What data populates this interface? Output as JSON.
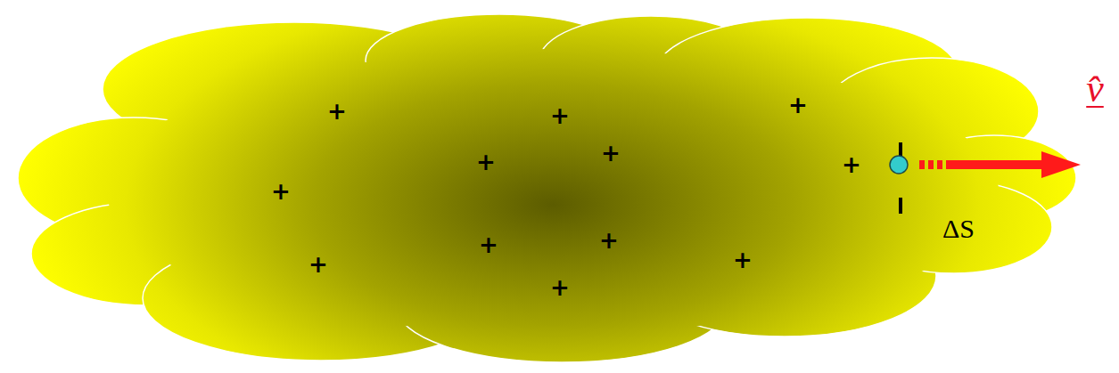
{
  "diagram": {
    "labels": [
      "+",
      "+",
      "+",
      "+",
      "+",
      "+",
      "+",
      "+",
      "+",
      "+",
      "+",
      "+",
      "v̂",
      "ΔS"
    ]
  }
}
